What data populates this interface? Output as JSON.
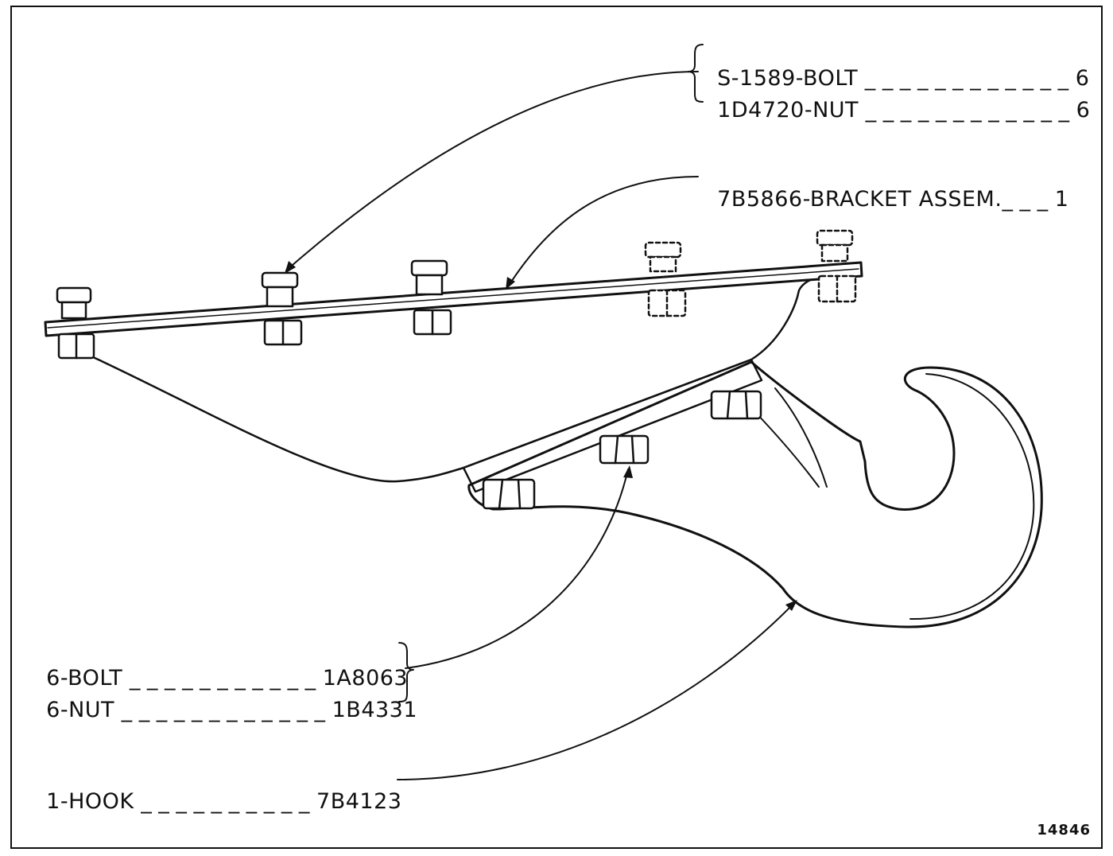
{
  "callouts": {
    "bolt_top": {
      "text": "S-1589-BOLT",
      "qty": "6"
    },
    "nut_top": {
      "text": "1D4720-NUT",
      "qty": "6"
    },
    "bracket": {
      "text": "7B5866-BRACKET ASSEM.",
      "qty": "1"
    },
    "bolt_bottom": {
      "qty_text": "6-BOLT",
      "part": "1A8063"
    },
    "nut_bottom": {
      "qty_text": "6-NUT",
      "part": "1B4331"
    },
    "hook": {
      "qty_text": "1-HOOK",
      "part": "7B4123"
    }
  },
  "figure_number": "14846"
}
